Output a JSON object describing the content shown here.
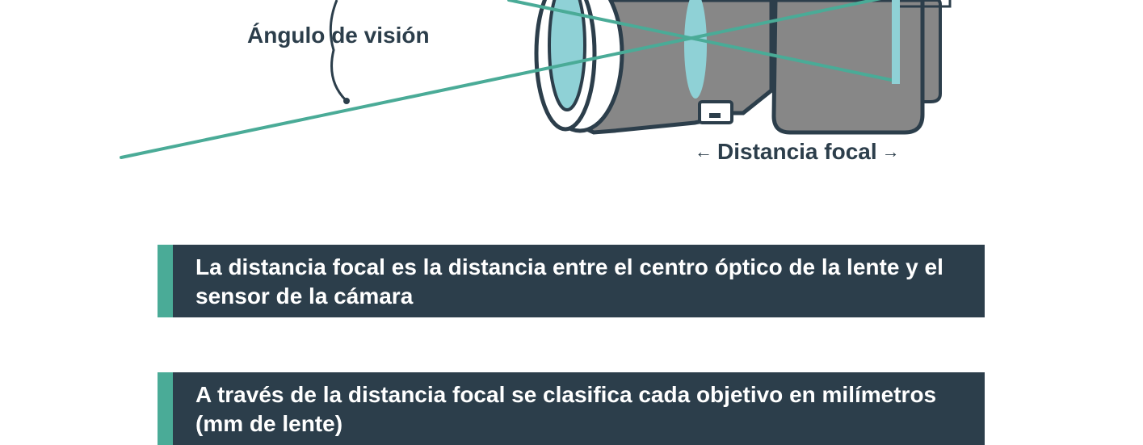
{
  "diagram": {
    "angle_label": "Ángulo de visión",
    "focal_label": "Distancia focal",
    "colors": {
      "ray": "#4aab97",
      "lens_glass": "#8fd1d6",
      "body_dark": "#2c3e4b",
      "body_gray": "#878787",
      "white": "#ffffff"
    }
  },
  "banners": [
    {
      "text": "La distancia focal es la distancia entre el centro óptico de la lente y el sensor de la cámara"
    },
    {
      "text": "A través de la distancia focal se clasifica cada objetivo en milímetros (mm de lente)"
    }
  ],
  "icons": {
    "left_arrow": "←",
    "right_arrow": "→"
  }
}
